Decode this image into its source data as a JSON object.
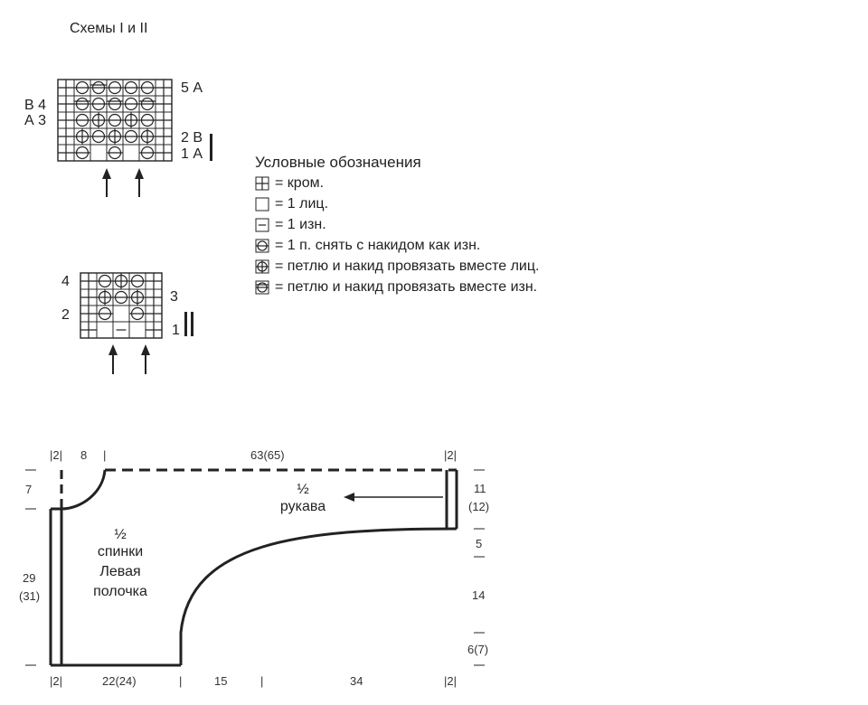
{
  "title": "Схемы I и II",
  "chart1": {
    "row_labels": {
      "r5": "5 А",
      "r4": "В 4",
      "r3": "А 3",
      "r2": "2 В",
      "r1": "1 А"
    },
    "grid": [
      [
        "edge",
        "slip",
        "slip_h",
        "slip",
        "slip",
        "slip",
        "edge"
      ],
      [
        "edge",
        "slip_h",
        "slip",
        "slip_h",
        "slip",
        "slip_h",
        "edge"
      ],
      [
        "edge",
        "slip",
        "knit_t",
        "slip",
        "knit_t",
        "slip",
        "edge"
      ],
      [
        "edge",
        "knit_t",
        "slip",
        "knit_t",
        "slip",
        "knit_t",
        "edge"
      ],
      [
        "edge",
        "slip",
        "knit",
        "slip",
        "knit",
        "slip",
        "edge"
      ]
    ]
  },
  "chart2": {
    "row_labels": {
      "r4": "4",
      "r3": "3",
      "r2": "2",
      "r1": "1"
    },
    "grid": [
      [
        "edge",
        "slip",
        "knit_t",
        "slip",
        "edge"
      ],
      [
        "edge",
        "knit_t",
        "slip",
        "knit_t",
        "edge"
      ],
      [
        "edge",
        "slip",
        "knit",
        "slip",
        "edge"
      ],
      [
        "edge",
        "knit",
        "purl",
        "knit",
        "edge"
      ]
    ]
  },
  "legend": {
    "title": "Условные обозначения",
    "items": [
      {
        "sym": "edge",
        "text": "= кром."
      },
      {
        "sym": "knit",
        "text": "= 1 лиц."
      },
      {
        "sym": "purl",
        "text": "= 1 изн."
      },
      {
        "sym": "slip",
        "text": "= 1 п. снять с накидом как изн."
      },
      {
        "sym": "knit_t",
        "text": "= петлю и накид провязать вместе лиц."
      },
      {
        "sym": "slip_h",
        "text": "= петлю и накид провязать вместе изн."
      }
    ]
  },
  "pattern": {
    "half": "½",
    "back_label": [
      "спинки",
      "Левая",
      "полочка"
    ],
    "sleeve_label": "рукава",
    "top_dims": {
      "a": "2",
      "b": "8",
      "c": "63(65)",
      "d": "2"
    },
    "bottom_dims": {
      "a": "2",
      "b": "22(24)",
      "c": "15",
      "d": "34",
      "e": "2"
    },
    "left_dims": {
      "a": "7",
      "b1": "29",
      "b2": "(31)"
    },
    "right_dims": {
      "a1": "11",
      "a2": "(12)",
      "b": "5",
      "c": "14",
      "d": "6(7)"
    }
  }
}
